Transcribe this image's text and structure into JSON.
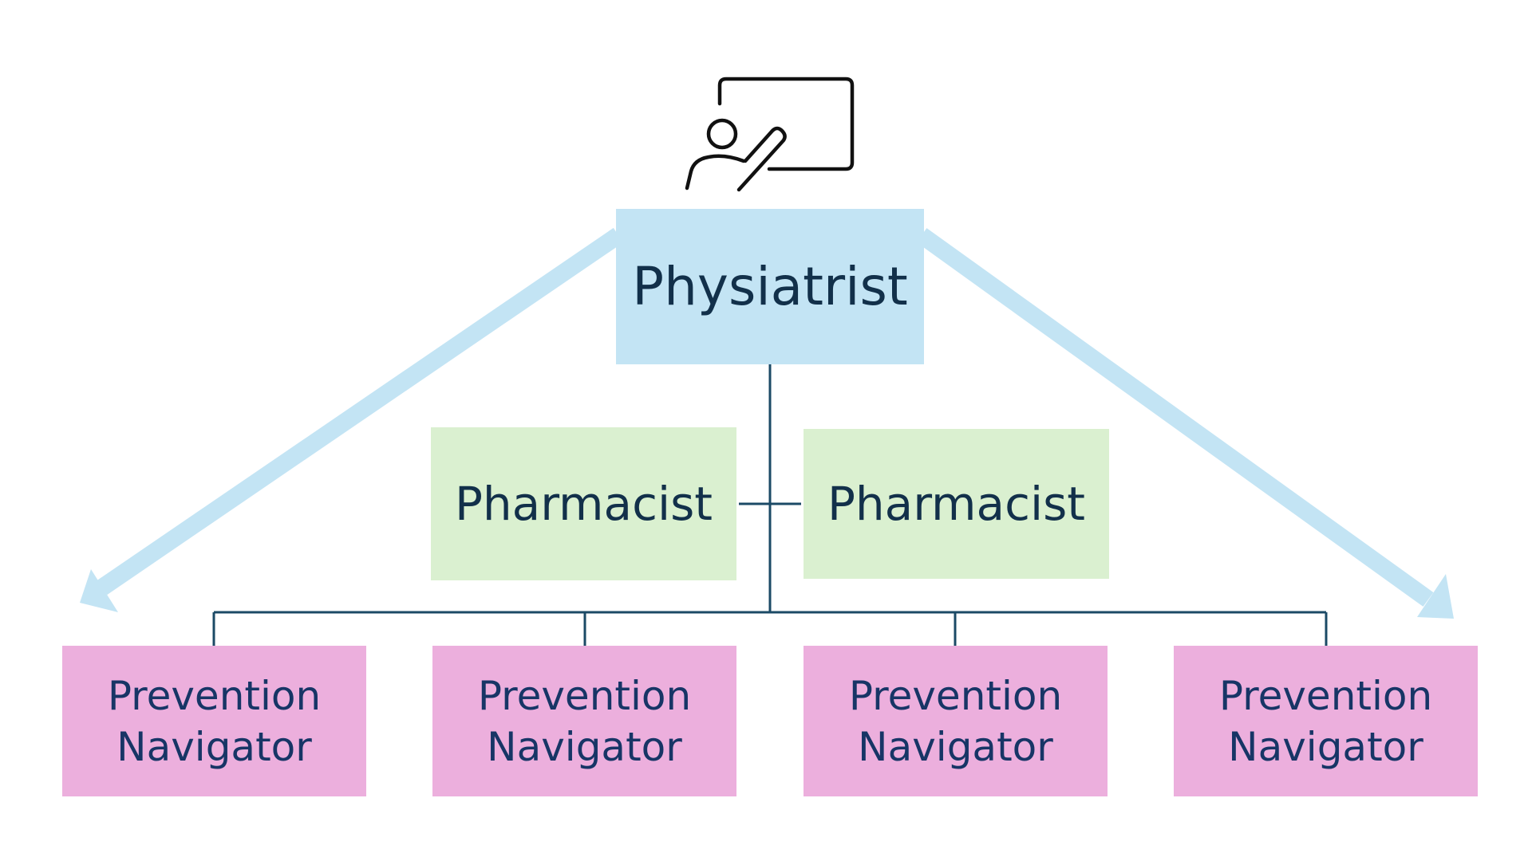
{
  "diagram": {
    "top_role": "Physiatrist",
    "middle_roles": [
      "Pharmacist",
      "Pharmacist"
    ],
    "bottom_roles": [
      {
        "line1": "Prevention",
        "line2": "Navigator"
      },
      {
        "line1": "Prevention",
        "line2": "Navigator"
      },
      {
        "line1": "Prevention",
        "line2": "Navigator"
      },
      {
        "line1": "Prevention",
        "line2": "Navigator"
      }
    ],
    "icon": "teacher-at-whiteboard-icon",
    "colors": {
      "top_box": "#c3e4f4",
      "middle_box": "#daf0d0",
      "bottom_box": "#ecafdd",
      "connector": "#1b4a66",
      "arrow": "#c3e4f4",
      "text_dark": "#12304a",
      "text_navy": "#173566"
    }
  }
}
